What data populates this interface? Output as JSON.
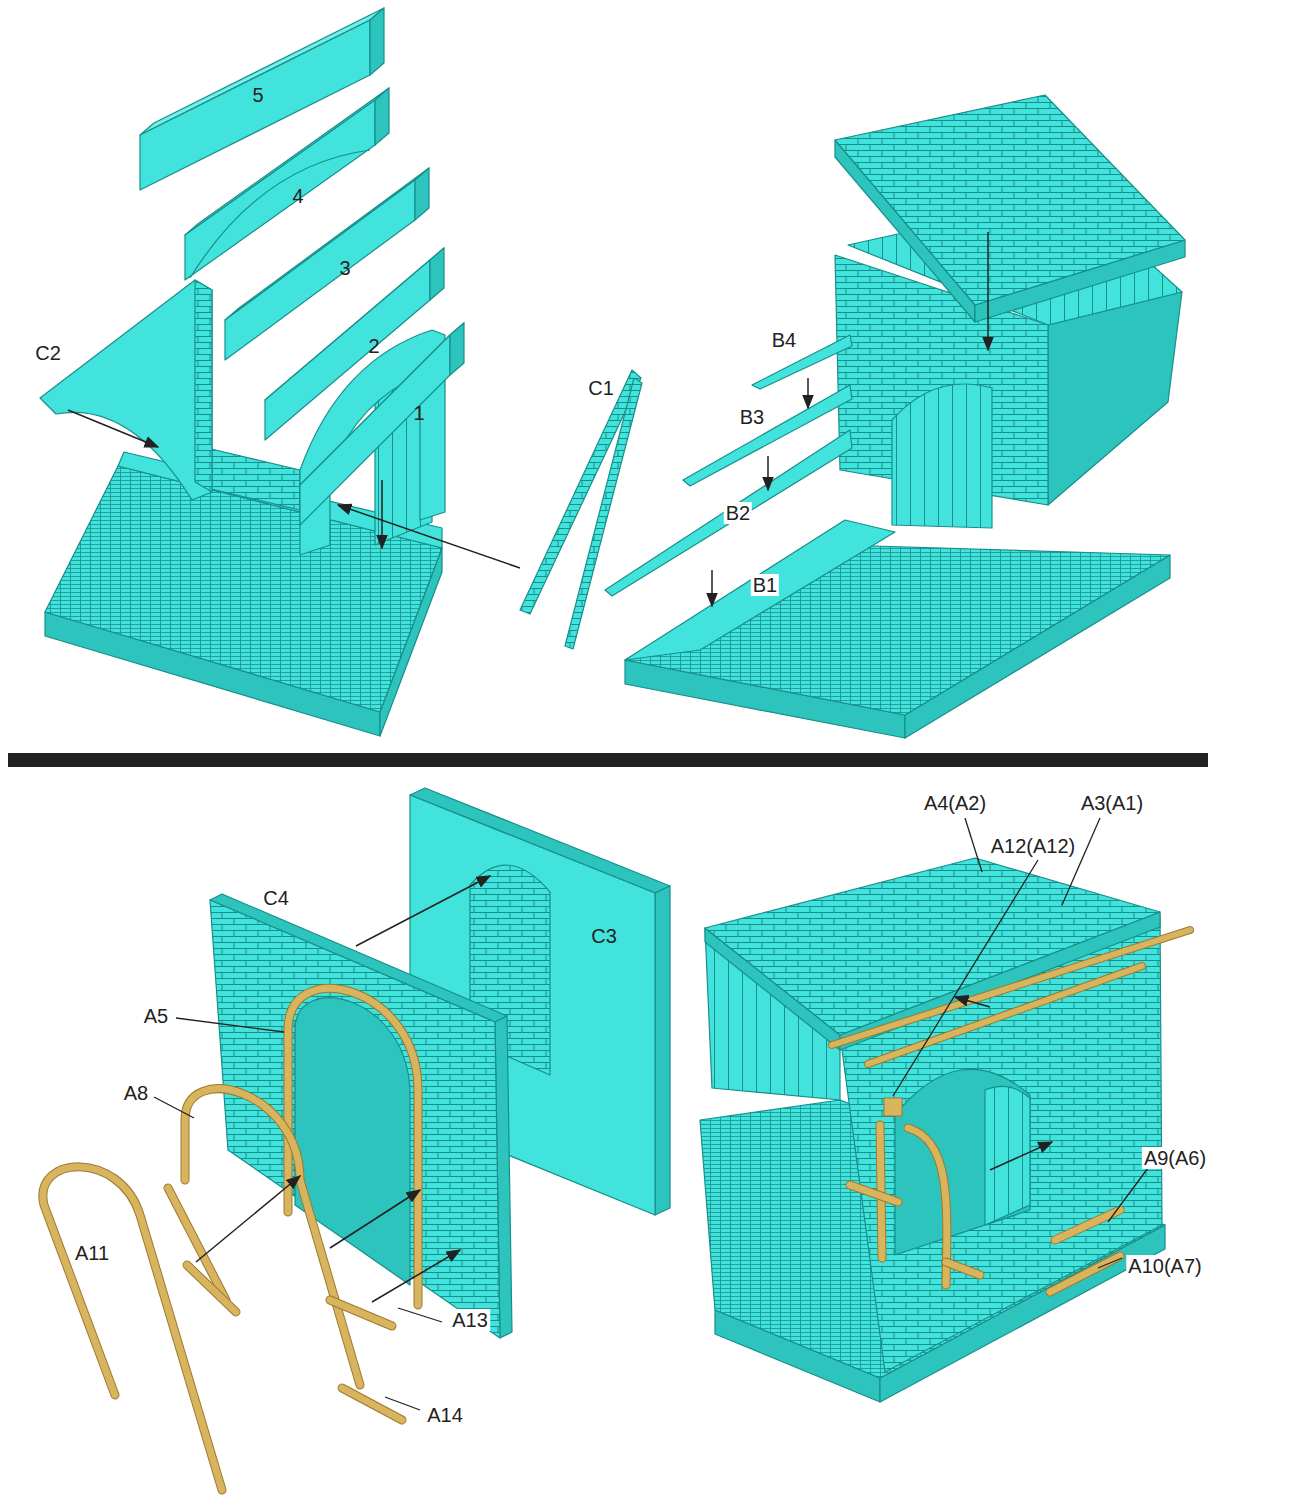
{
  "diagram": {
    "labels": [
      "5",
      "4",
      "3",
      "2",
      "1",
      "C2",
      "C1",
      "B4",
      "B3",
      "B2",
      "B1",
      "A4(A2)",
      "A3(A1)",
      "A12(A12)",
      "A9(A6)",
      "A10(A7)",
      "C4",
      "C3",
      "A5",
      "A8",
      "A11",
      "A13",
      "A14"
    ]
  }
}
